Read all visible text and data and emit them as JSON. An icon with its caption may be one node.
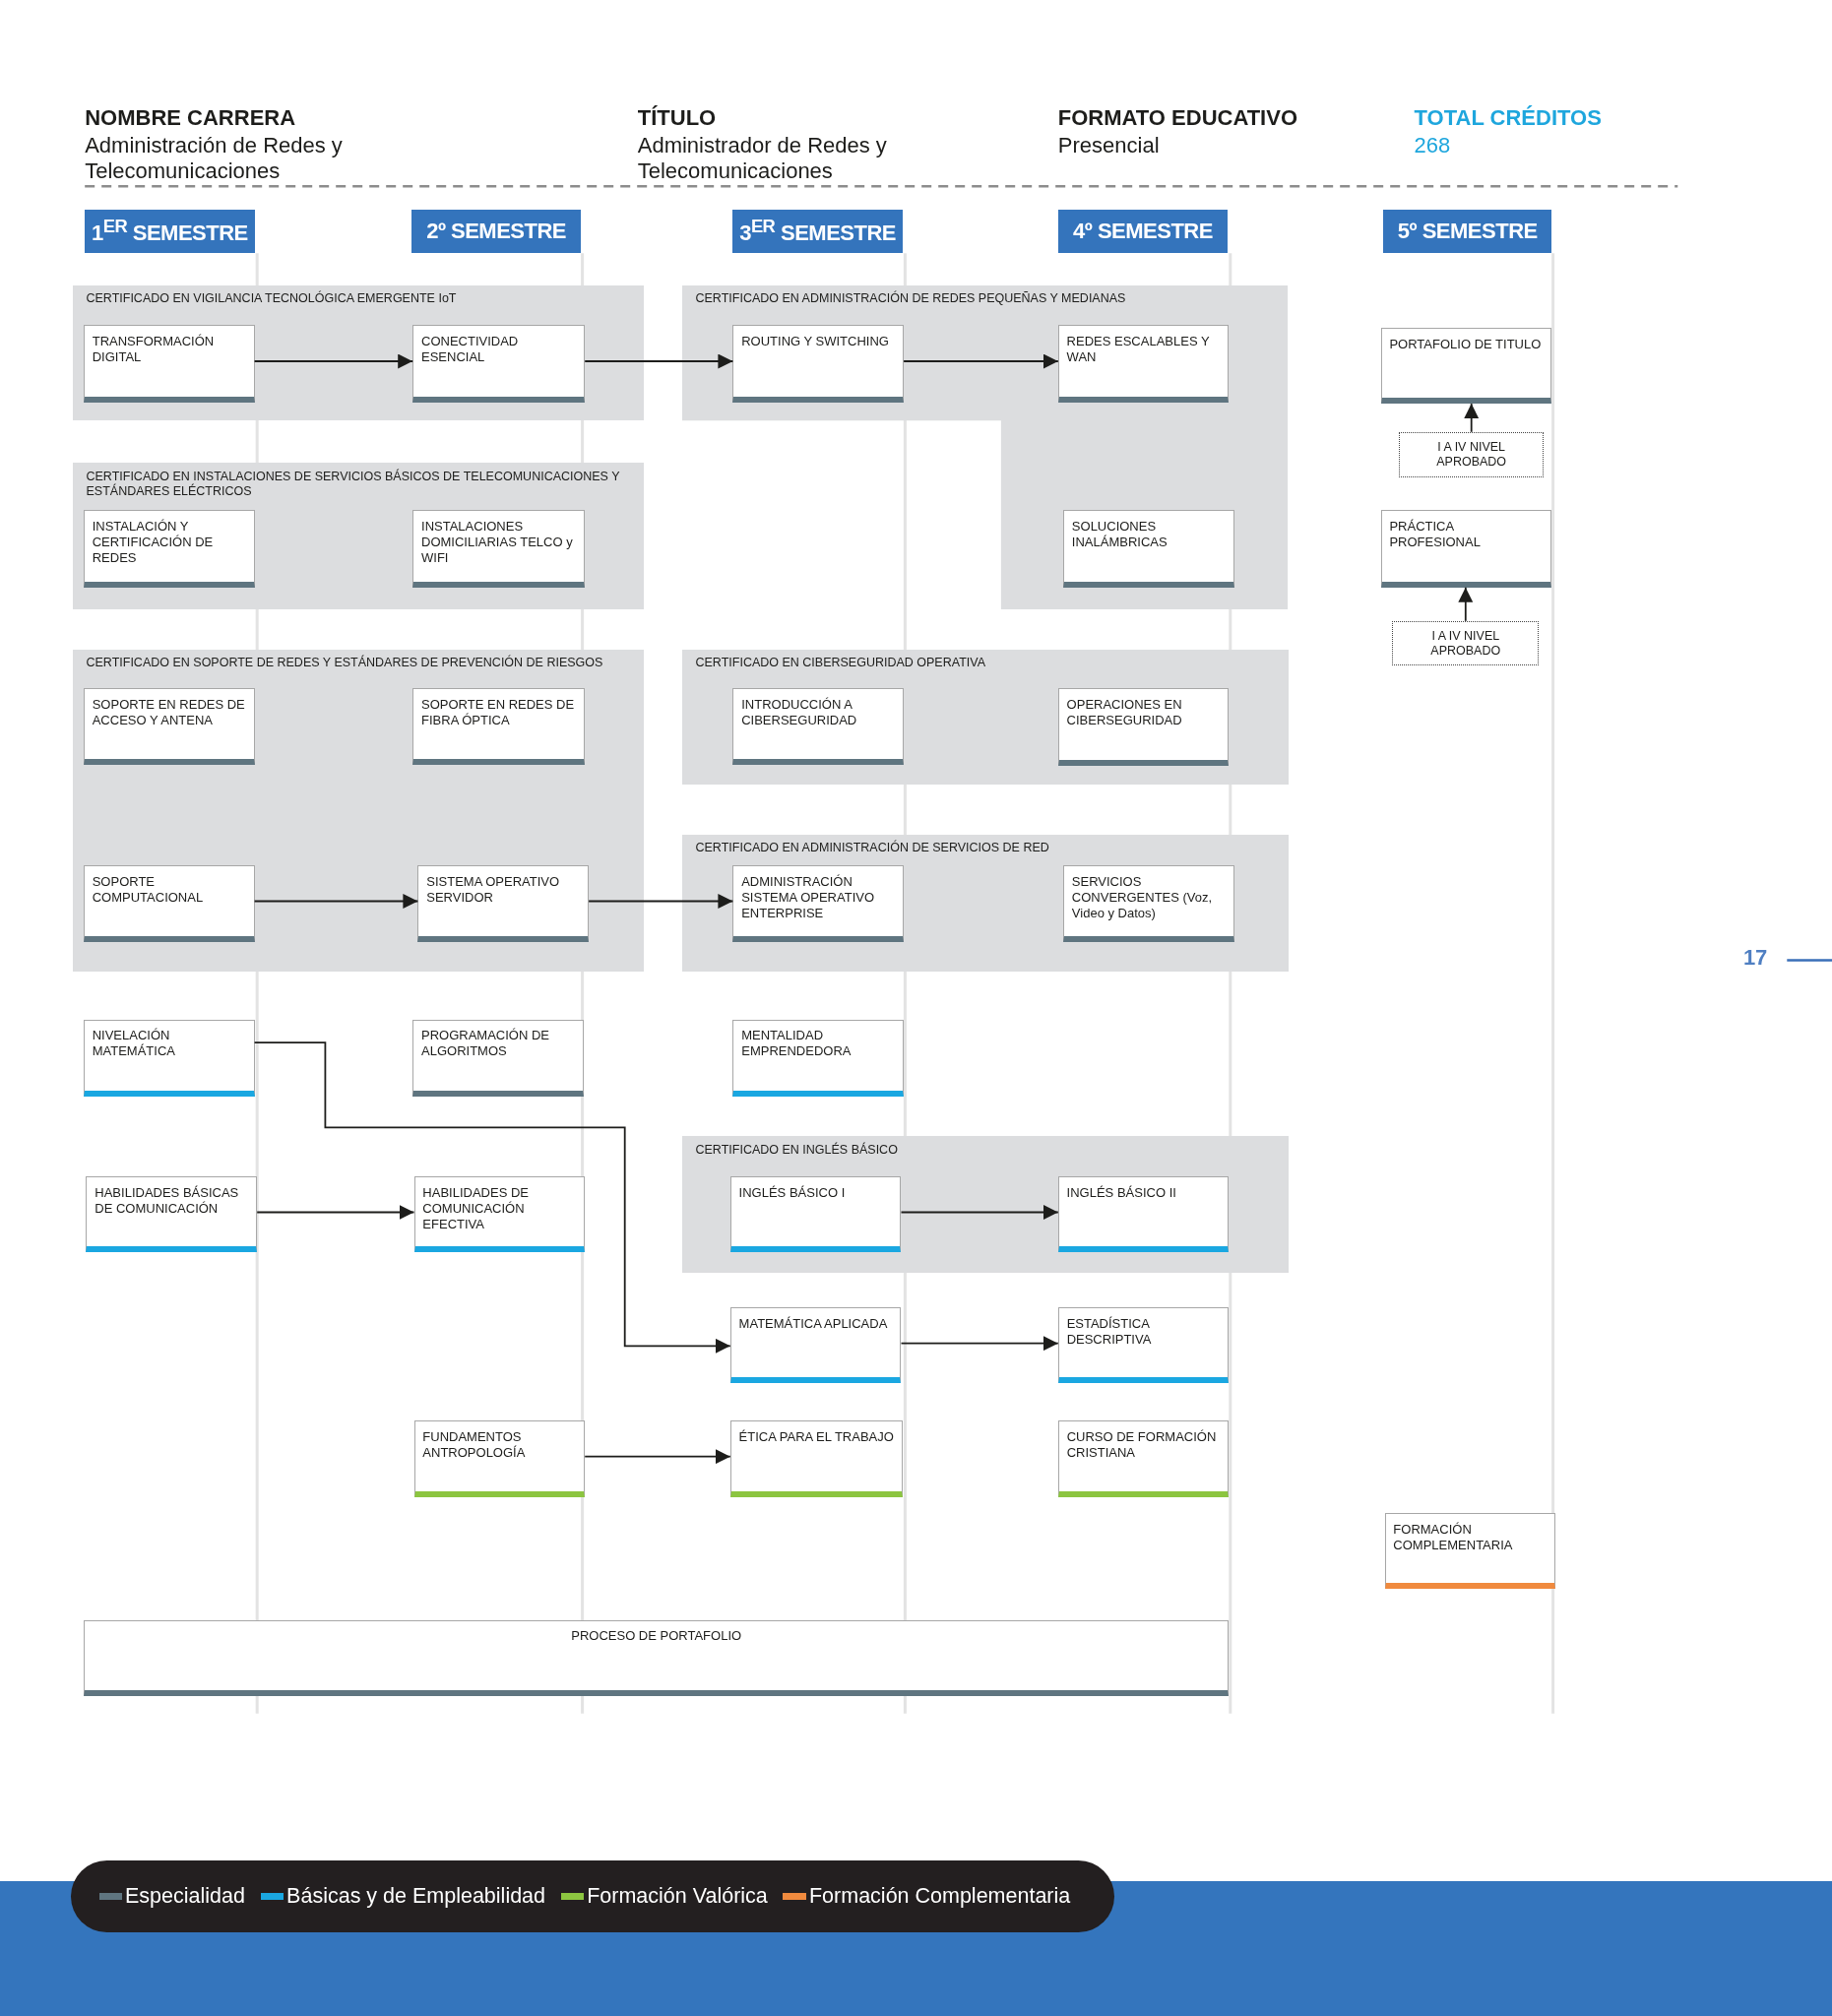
{
  "diagram": {
    "nodes": [
      {
        "text": [
          "1$^{ER}$ SEMESTRE"
        ]
      },
      {
        "text": [
          "2º SEMESTRE"
        ]
      },
      {
        "text": [
          "3$^{ER}$ SEMESTRE"
        ]
      },
      {
        "text": [
          "4º SEMESTRE"
        ]
      },
      {
        "text": [
          "5º SEMESTRE"
        ]
      },
      {
        "text": [
          "CERTIFICADO EN VIGILANCIA TECNOLÓGICA EMERGENTE IoT"
        ]
      },
      {
        "text": [
          "TRANSFORMACIÓN DIGITAL"
        ],
        "in": 5
      },
      {
        "text": [
          "CONECTIVIDAD ESENCIAL"
        ],
        "in": 5
      },
      {
        "text": [
          "CERTIFICADO EN ADMINISTRACIÓN DE REDES PEQUEÑAS Y MEDIANAS"
        ]
      },
      {
        "text": [
          "ROUTING Y SWITCHING"
        ],
        "in": 8
      },
      {
        "text": [
          "REDES ESCALABLES Y WAN"
        ],
        "in": 8
      },
      {
        "text": [
          "SOLUCIONES INALÁMBRICAS"
        ],
        "in": 8
      },
      {
        "text": [
          "PORTAFOLIO DE TITULO"
        ]
      },
      {
        "text": [
          "I A IV NIVEL APROBADO"
        ]
      },
      {
        "text": [
          "CERTIFICADO EN INSTALACIONES DE SERVICIOS BÁSICOS DE TELECOMUNICACIONES Y ESTÁNDARES ELÉCTRICOS"
        ]
      },
      {
        "text": [
          "INSTALACIÓN Y CERTIFICACIÓN DE REDES"
        ],
        "in": 14
      },
      {
        "text": [
          "INSTALACIONES DOMICILIARIAS TELCO y WIFI"
        ],
        "in": 14
      },
      {
        "text": [
          "PRÁCTICA PROFESIONAL"
        ]
      },
      {
        "text": [
          "I A IV NIVEL APROBADO"
        ]
      },
      {
        "text": [
          "CERTIFICADO EN SOPORTE DE REDES Y ESTÁNDARES DE PREVENCIÓN DE RIESGOS"
        ]
      },
      {
        "text": [
          "SOPORTE EN REDES DE ACCESO Y ANTENA"
        ],
        "in": 19
      },
      {
        "text": [
          "SOPORTE EN REDES DE FIBRA ÓPTICA"
        ],
        "in": 19
      },
      {
        "text": [
          "CERTIFICADO EN CIBERSEGURIDAD OPERATIVA"
        ]
      },
      {
        "text": [
          "INTRODUCCIÓN A CIBERSEGURIDAD"
        ],
        "in": 22
      },
      {
        "text": [
          "OPERACIONES EN CIBERSEGURIDAD"
        ],
        "in": 22
      },
      {
        "text": [
          "SOPORTE COMPUTACIONAL"
        ],
        "in": 19
      },
      {
        "text": [
          "SISTEMA OPERATIVO SERVIDOR"
        ],
        "in": 19
      },
      {
        "text": [
          "CERTIFICADO EN ADMINISTRACIÓN DE SERVICIOS DE RED"
        ]
      },
      {
        "text": [
          "ADMINISTRACIÓN SISTEMA OPERATIVO ENTERPRISE"
        ],
        "in": 27
      },
      {
        "text": [
          "SERVICIOS CONVERGENTES (Voz, Video y Datos)"
        ],
        "in": 27
      },
      {
        "text": [
          "NIVELACIÓN MATEMÁTICA"
        ]
      },
      {
        "text": [
          "PROGRAMACIÓN DE ALGORITMOS"
        ]
      },
      {
        "text": [
          "MENTALIDAD EMPRENDEDORA"
        ]
      },
      {
        "text": [
          "CERTIFICADO EN INGLÉS BÁSICO"
        ]
      },
      {
        "text": [
          "HABILIDADES BÁSICAS DE COMUNICACIÓN"
        ]
      },
      {
        "text": [
          "HABILIDADES DE COMUNICACIÓN EFECTIVA"
        ]
      },
      {
        "text": [
          "INGLÉS BÁSICO I"
        ],
        "in": 33
      },
      {
        "text": [
          "INGLÉS BÁSICO II"
        ],
        "in": 33
      },
      {
        "text": [
          "MATEMÁTICA APLICADA"
        ]
      },
      {
        "text": [
          "ESTADÍSTICA DESCRIPTIVA"
        ]
      },
      {
        "text": [
          "FUNDAMENTOS ANTROPOLOGÍA"
        ]
      },
      {
        "text": [
          "ÉTICA PARA EL TRABAJO"
        ]
      },
      {
        "text": [
          "CURSO DE FORMACIÓN CRISTIANA"
        ]
      },
      {
        "text": [
          "FORMACIÓN COMPLEMENTARIA"
        ]
      },
      {
        "text": [
          "PROCESO DE PORTAFOLIO"
        ]
      }
    ],
    "edges": [
      {
        "from": 6,
        "to": 7,
        "arrow": "to"
      },
      {
        "from": 7,
        "to": 9,
        "arrow": "to"
      },
      {
        "from": 9,
        "to": 10,
        "arrow": "to"
      },
      {
        "from": 13,
        "to": 12,
        "arrow": "to"
      },
      {
        "from": 18,
        "to": 17,
        "arrow": "to"
      },
      {
        "from": 25,
        "to": 26,
        "arrow": "to"
      },
      {
        "from": 26,
        "to": 28,
        "arrow": "to"
      },
      {
        "from": 30,
        "to": 38,
        "arrow": "to"
      },
      {
        "from": 34,
        "to": 35,
        "arrow": "to"
      },
      {
        "from": 36,
        "to": 37,
        "arrow": "to"
      },
      {
        "from": 38,
        "to": 39,
        "arrow": "to"
      },
      {
        "from": 40,
        "to": 41,
        "arrow": "to"
      }
    ],
    "labels": [
      "NOMBRE CARRERA",
      "Administración de Redes y Telecomunicaciones",
      "TÍTULO",
      "Administrador de Redes y Telecomunicaciones",
      "FORMATO EDUCATIVO",
      "Presencial",
      "TOTAL CRÉDITOS",
      "268",
      "17"
    ],
    "legend": [
      {
        "text": "Especialidad",
        "color": "#5f7580"
      },
      {
        "text": "Básicas y de Empleabilidad",
        "color": "#1aa7e1"
      },
      {
        "text": "Formación Valórica",
        "color": "#8cc540"
      },
      {
        "text": "Formación Complementaria",
        "color": "#f08a3e"
      }
    ]
  }
}
